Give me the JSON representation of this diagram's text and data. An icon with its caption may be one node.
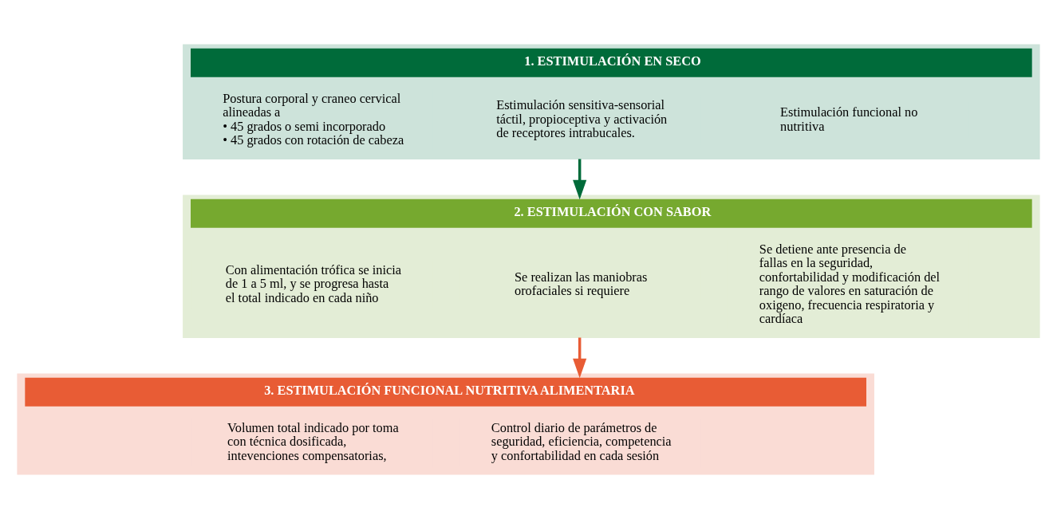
{
  "diagram": {
    "nodes": [
      {
        "text": [
          "1. ESTIMULACIÓN EN SECO"
        ]
      },
      {
        "text": [
          "Postura corporal y craneo cervical alineadas a",
          "• 45 grados o semi incorporado",
          "• 45 grados con rotación de cabeza"
        ],
        "in": 0
      },
      {
        "text": [
          "Estimulación sensitiva-sensorial táctil, propioceptiva y activación de receptores intrabucales."
        ],
        "in": 0
      },
      {
        "text": [
          "Estimulación funcional no nutritiva"
        ],
        "in": 0
      },
      {
        "text": [
          "2. ESTIMULACIÓN CON SABOR"
        ]
      },
      {
        "text": [
          "Con alimentación trófica se inicia de 1 a 5 ml, y se progresa hasta el total indicado en cada niño"
        ],
        "in": 4
      },
      {
        "text": [
          "Se realizan las maniobras orofaciales si requiere"
        ],
        "in": 4
      },
      {
        "text": [
          "Se detiene ante presencia de fallas en la seguridad, confortabilidad y modificación del rango de valores en saturación de oxigeno, frecuencia respiratoria y cardíaca"
        ],
        "in": 4
      },
      {
        "text": [
          "3. ESTIMULACIÓN FUNCIONAL NUTRITIVA ALIMENTARIA"
        ]
      },
      {
        "text": [
          "Volumen total indicado por toma con técnica dosificada, intevenciones compensatorias,"
        ],
        "in": 8
      },
      {
        "text": [
          "Control diario de parámetros de seguridad, eficiencia, competencia y confortabilidad en cada sesión"
        ],
        "in": 8
      }
    ],
    "edges": [
      {
        "from": 0,
        "to": 4,
        "arrow": "to",
        "color": "#006b3a"
      },
      {
        "from": 4,
        "to": 8,
        "arrow": "to",
        "color": "#e85c35"
      }
    ]
  }
}
